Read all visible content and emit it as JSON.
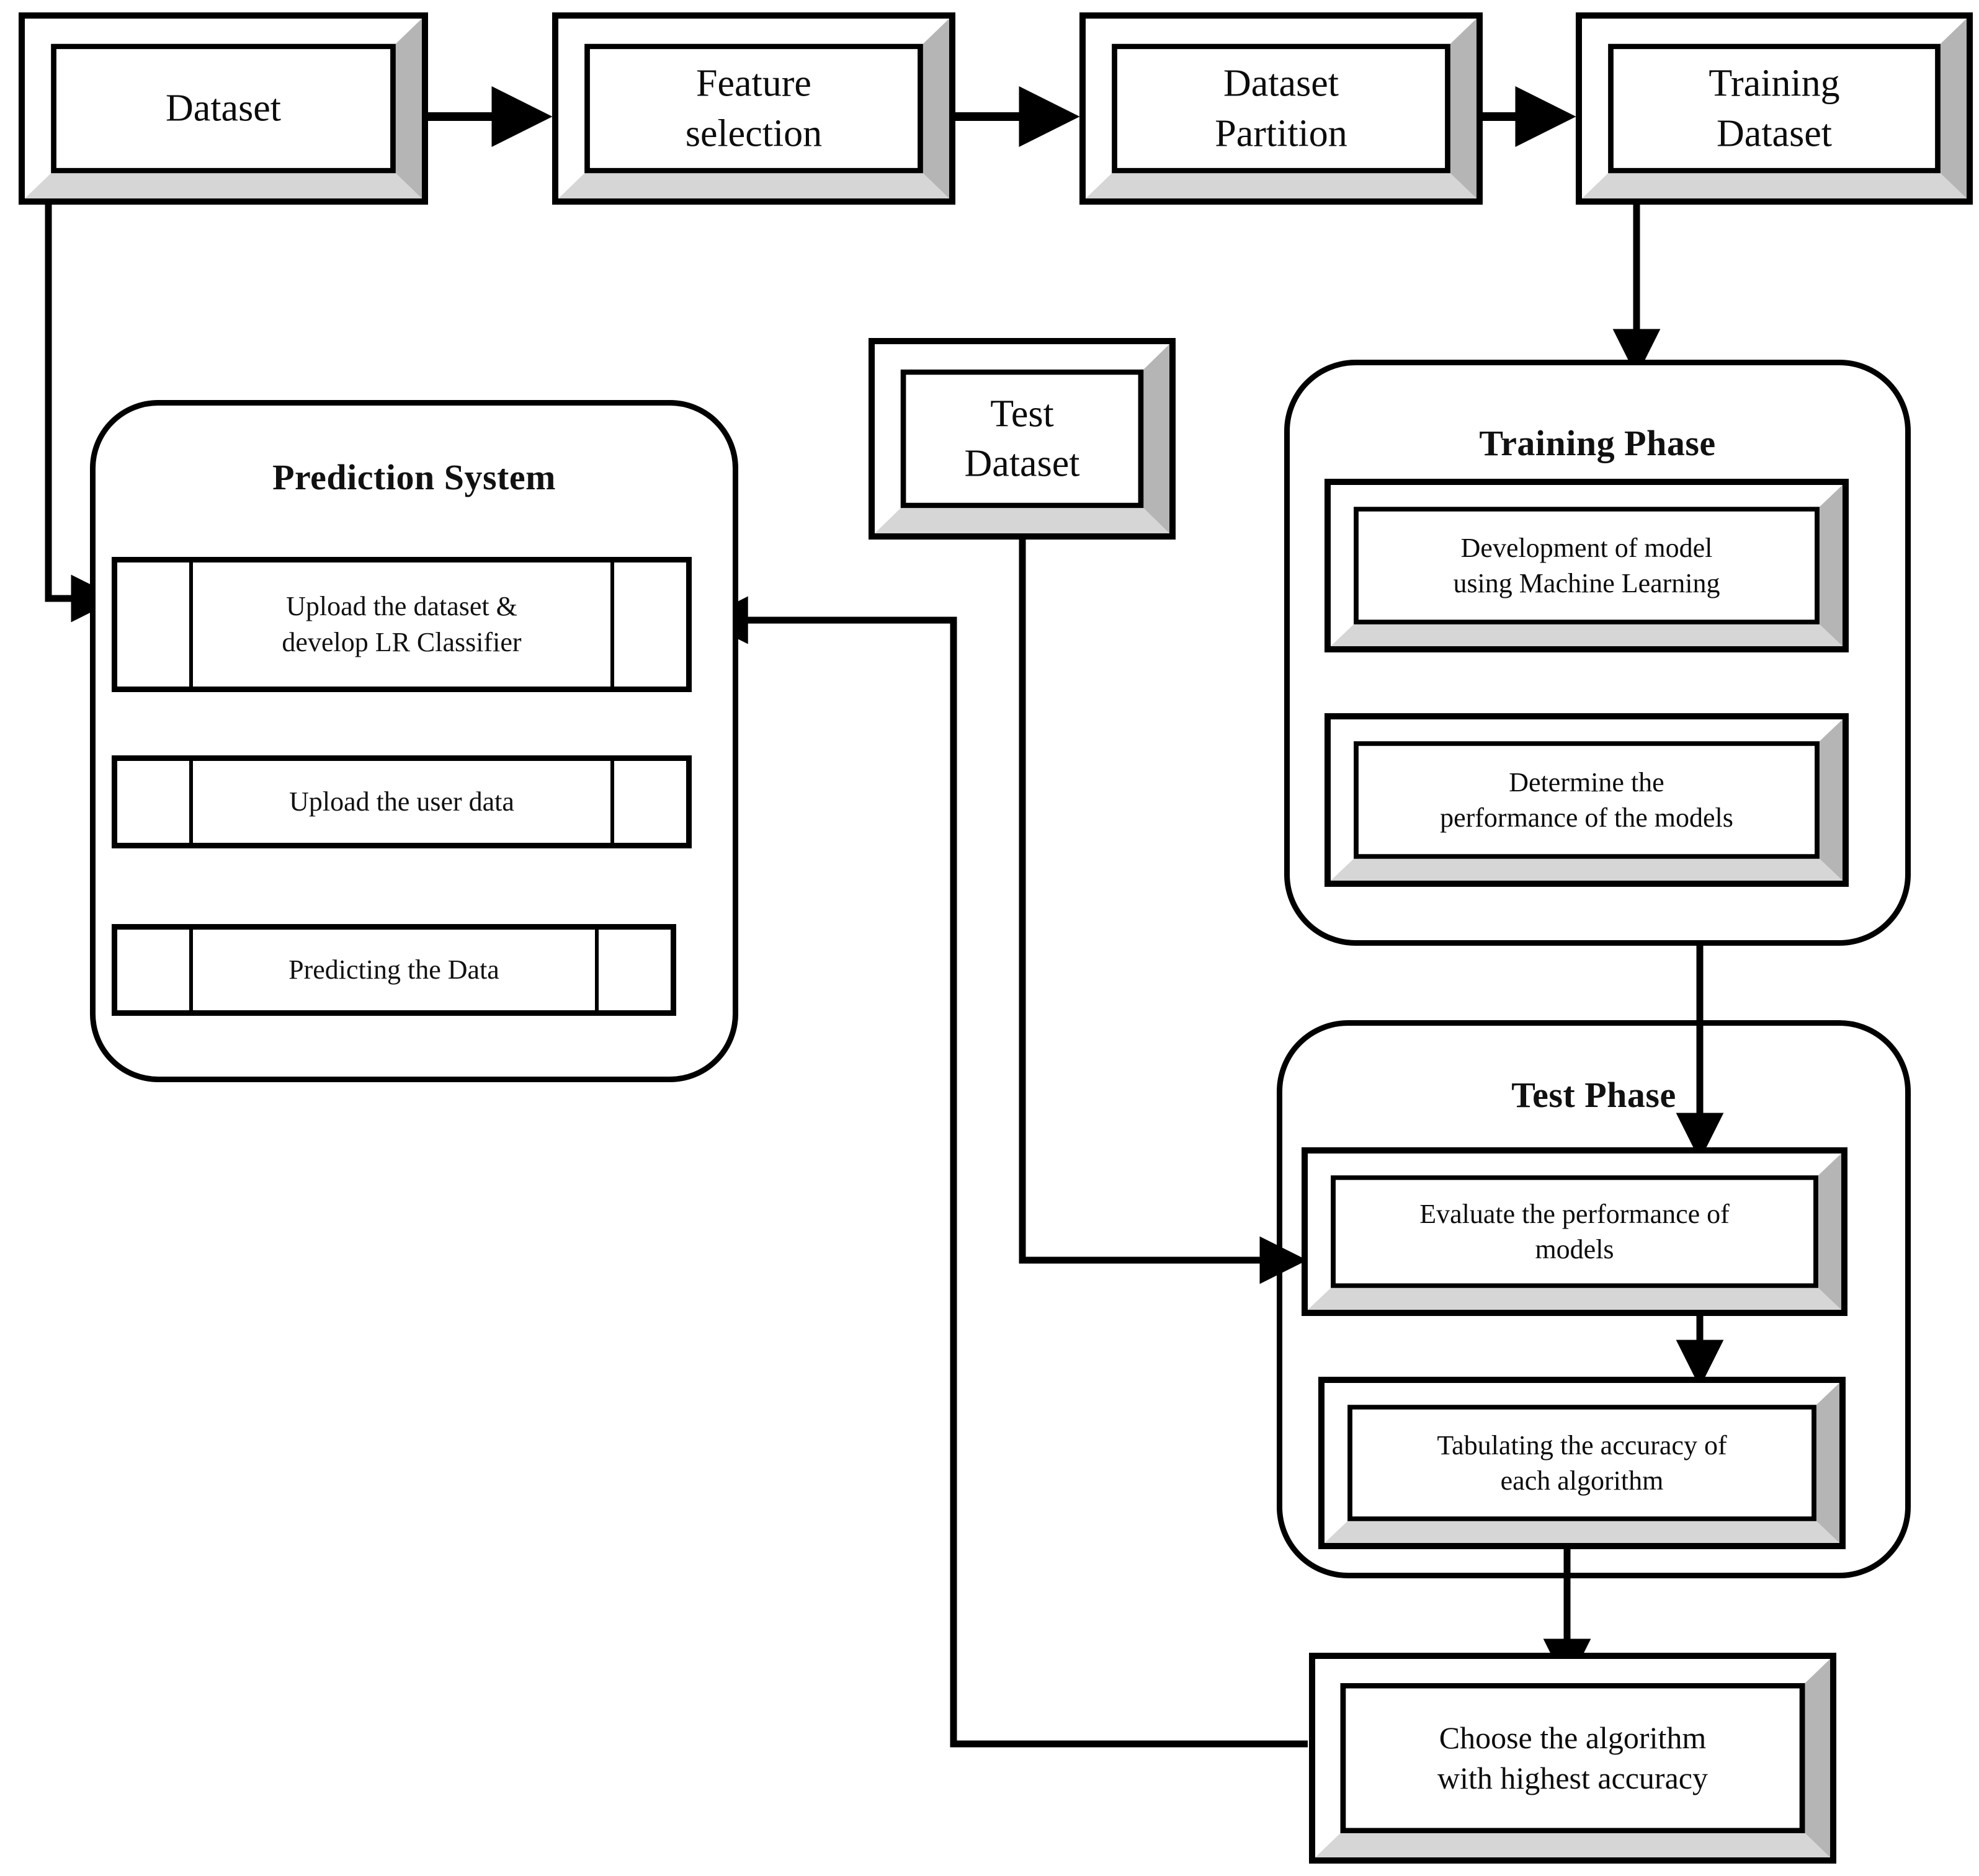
{
  "diagram": {
    "type": "flowchart",
    "title": "Machine learning model development and prediction system flowchart",
    "pipeline": {
      "dataset": "Dataset",
      "feature_selection": "Feature\nselection",
      "feature_selection_l1": "Feature",
      "feature_selection_l2": "selection",
      "dataset_partition_l1": "Dataset",
      "dataset_partition_l2": "Partition",
      "training_dataset_l1": "Training",
      "training_dataset_l2": "Dataset",
      "test_dataset_l1": "Test",
      "test_dataset_l2": "Dataset"
    },
    "prediction_system": {
      "title": "Prediction System",
      "steps": [
        {
          "line1": "Upload the dataset &",
          "line2": "develop LR Classifier"
        },
        {
          "line1": "Upload the user data",
          "line2": ""
        },
        {
          "line1": "Predicting the Data",
          "line2": ""
        }
      ]
    },
    "training_phase": {
      "title": "Training Phase",
      "steps": [
        {
          "line1": "Development of model",
          "line2": "using Machine Learning"
        },
        {
          "line1": "Determine the",
          "line2": "performance of the models"
        }
      ]
    },
    "test_phase": {
      "title": "Test Phase",
      "steps": [
        {
          "line1": "Evaluate the performance of",
          "line2": "models"
        },
        {
          "line1": "Tabulating the accuracy of",
          "line2": "each algorithm"
        }
      ]
    },
    "outcome": {
      "line1": "Choose the algorithm",
      "line2": "with highest accuracy"
    },
    "colors": {
      "stroke": "#000000",
      "fill": "#ffffff",
      "bevel_light": "#f2f2f2",
      "bevel_mid": "#c9c9c9",
      "bevel_dark": "#8f8f8f",
      "text": "#111111",
      "background": "#ffffff"
    },
    "edges": [
      {
        "from": "Dataset",
        "to": "Feature selection",
        "kind": "arrow-right"
      },
      {
        "from": "Feature selection",
        "to": "Dataset Partition",
        "kind": "arrow-right"
      },
      {
        "from": "Dataset Partition",
        "to": "Training Dataset",
        "kind": "arrow-right"
      },
      {
        "from": "Dataset",
        "to": "Upload the dataset & develop LR Classifier",
        "kind": "elbow-down-right"
      },
      {
        "from": "Training Dataset",
        "to": "Training Phase",
        "kind": "arrow-down"
      },
      {
        "from": "Development of model using Machine Learning",
        "to": "Determine the performance of the models",
        "kind": "arrow-down"
      },
      {
        "from": "Determine the performance of the models",
        "to": "Evaluate the performance of models",
        "kind": "arrow-down"
      },
      {
        "from": "Test Dataset",
        "to": "Evaluate the performance of models",
        "kind": "elbow-down-right"
      },
      {
        "from": "Evaluate the performance of models",
        "to": "Tabulating the accuracy of each algorithm",
        "kind": "arrow-down"
      },
      {
        "from": "Tabulating the accuracy of each algorithm",
        "to": "Choose the algorithm with highest accuracy",
        "kind": "arrow-down"
      },
      {
        "from": "Choose the algorithm with highest accuracy",
        "to": "Upload the dataset & develop LR Classifier",
        "kind": "elbow-left-up-left-arrow"
      }
    ]
  }
}
